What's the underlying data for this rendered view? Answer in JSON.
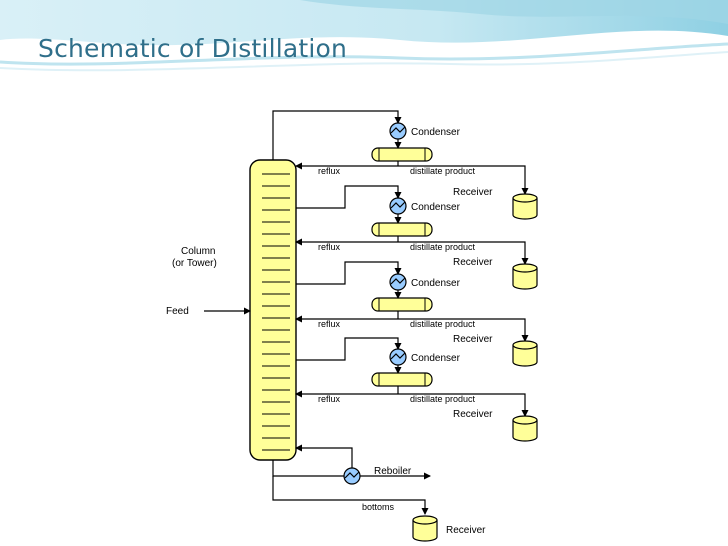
{
  "slide": {
    "title": "Schematic of  Distillation"
  },
  "diagram": {
    "column_label_line1": "Column",
    "column_label_line2": "(or Tower)",
    "feed_label": "Feed",
    "reboiler_label": "Reboiler",
    "bottoms_label": "bottoms",
    "bottom_receiver_label": "Receiver",
    "stages": [
      {
        "condenser": "Condenser",
        "reflux": "reflux",
        "distillate": "distillate  product",
        "receiver": "Receiver"
      },
      {
        "condenser": "Condenser",
        "reflux": "reflux",
        "distillate": "distillate  product",
        "receiver": "Receiver"
      },
      {
        "condenser": "Condenser",
        "reflux": "reflux",
        "distillate": "distillate  product",
        "receiver": "Receiver"
      },
      {
        "condenser": "Condenser",
        "reflux": "reflux",
        "distillate": "distillate  product",
        "receiver": "Receiver"
      }
    ]
  },
  "colors": {
    "title": "#2f6f8a",
    "column_fill": "#ffff99",
    "vessel_fill": "#ffff99",
    "exchanger_fill": "#99ccff",
    "line": "#000000",
    "wave_light": "#e9f6fb",
    "wave_dark": "#a8dcea"
  }
}
